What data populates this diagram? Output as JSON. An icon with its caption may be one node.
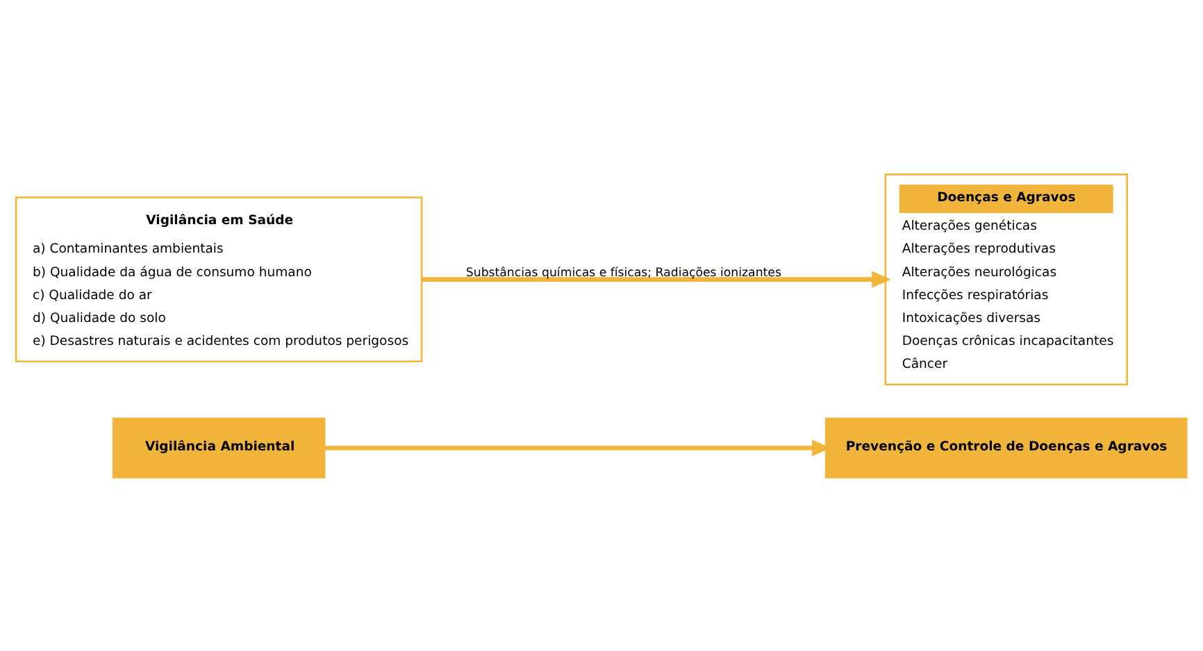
{
  "diagram": {
    "nodes": [
      {
        "text": [
          "Vigilância Ambiental"
        ]
      },
      {
        "text": [
          "Prevenção e Controle de Doenças e Agravos"
        ]
      },
      {
        "text": [
          "Vigilância em Saúde",
          "a) Contaminantes ambientais",
          "b) Qualidade da água de consumo humano",
          "c) Qualidade do ar",
          "d) Qualidade do solo",
          "e) Desastres naturais e acidentes com produtos perigosos"
        ]
      },
      {
        "text": [
          "Doenças e Agravos",
          "Alterações genéticas",
          "Alterações reprodutivas",
          "Alterações neurológicas",
          "Infecções respiratórias",
          "Intoxicações diversas",
          "Doenças crônicas incapacitantes",
          "Câncer"
        ]
      }
    ],
    "edges": [
      {
        "from": 0,
        "to": 1,
        "arrow": "to"
      },
      {
        "from": 2,
        "to": 3,
        "arrow": "to",
        "label": "Substâncias químicas e físicas; Radiações ionizantes"
      }
    ]
  }
}
